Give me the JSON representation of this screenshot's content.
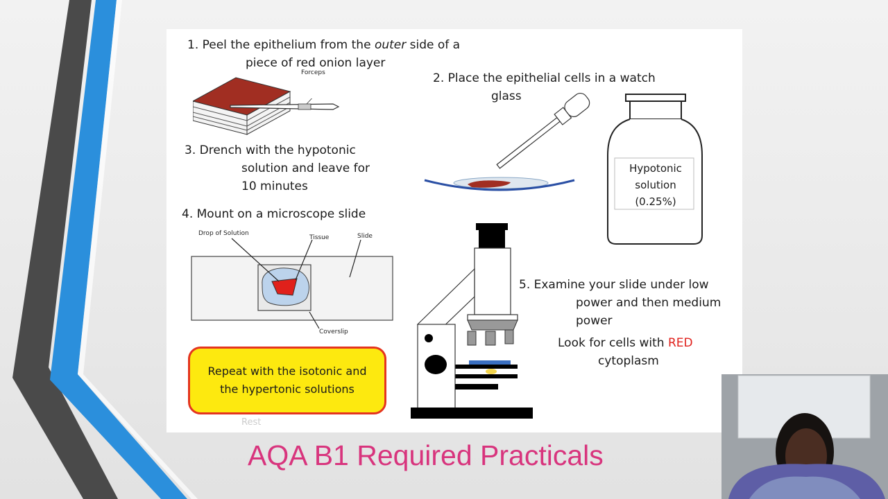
{
  "slide": {
    "step1_line1": "1. Peel the epithelium from the",
    "step1_outer": "outer",
    "step1_line1b": "side of a",
    "step1_line2": "piece of red onion layer",
    "forceps_label": "Forceps",
    "step2_line1": "2. Place the epithelial cells in a watch",
    "step2_line2": "glass",
    "bottle_line1": "Hypotonic",
    "bottle_line2": "solution",
    "bottle_line3": "(0.25%)",
    "step3_line1": "3. Drench with the hypotonic",
    "step3_line2": "solution and leave for",
    "step3_line3": "10 minutes",
    "step4": "4. Mount on a microscope slide",
    "drop_label": "Drop of Solution",
    "tissue_label": "Tissue",
    "slide_label": "Slide",
    "coverslip_label": "Coverslip",
    "step5_line1": "5. Examine your slide under low",
    "step5_line2": "power and then medium",
    "step5_line3": "power",
    "look_for": "Look for cells with",
    "look_red": "RED",
    "look_line2": "cytoplasm",
    "repeat_box": "Repeat with the isotonic and the hypertonic solutions",
    "faint_watermark": "Rest"
  },
  "footer": {
    "title": "AQA B1 Required Practicals"
  },
  "colors": {
    "title_pink": "#d8347d",
    "accent_red": "#e0201b",
    "box_yellow": "#fde90f",
    "deco_blue": "#2b8fdc",
    "deco_dark": "#4a4a4a"
  },
  "icons": {
    "onion_block": "onion-layer-block-icon",
    "forceps": "forceps-icon",
    "pipette": "pipette-icon",
    "watch_glass": "watch-glass-icon",
    "bottle": "reagent-bottle-icon",
    "microscope_slide": "microscope-slide-icon",
    "microscope": "microscope-icon"
  }
}
